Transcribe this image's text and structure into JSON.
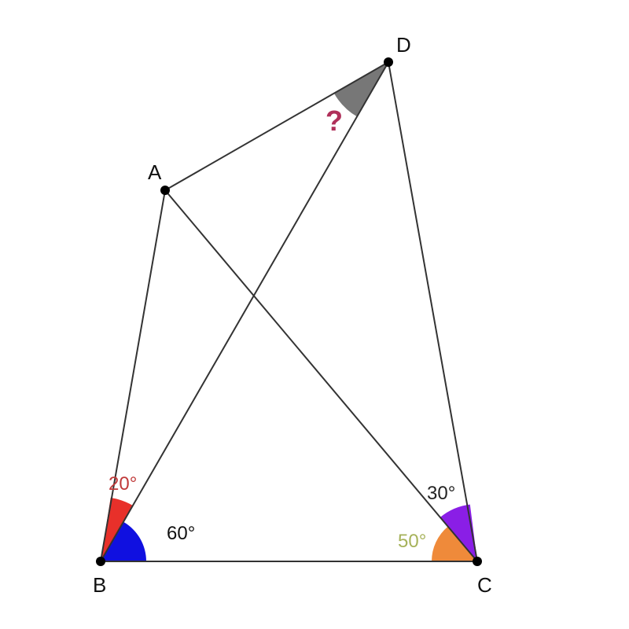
{
  "points": {
    "A": "A",
    "B": "B",
    "C": "C",
    "D": "D"
  },
  "angles": {
    "ABD": "20°",
    "DBC": "60°",
    "ACD": "30°",
    "ACB": "50°",
    "ADB": "?"
  },
  "colors": {
    "angle_ABD": "#e8302a",
    "angle_DBC": "#1010e0",
    "angle_ACD": "#8a1ee6",
    "angle_ACB": "#ef8a3a",
    "angle_ADB": "#777777",
    "label_ABD": "#c03a3a",
    "label_ACB": "#a6b25a",
    "label_unknown": "#b0305a"
  }
}
